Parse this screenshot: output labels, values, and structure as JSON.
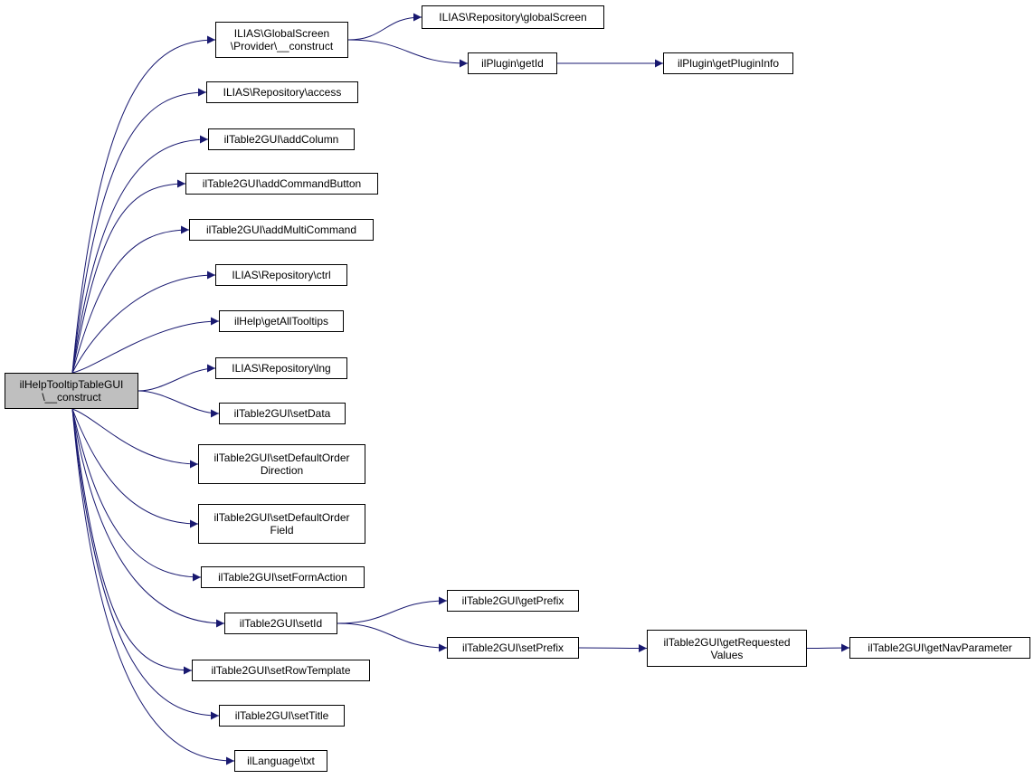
{
  "nodes": {
    "root": {
      "lines": [
        "ilHelpTooltipTableGUI",
        "\\__construct"
      ],
      "root": true
    },
    "gs_construct": {
      "lines": [
        "ILIAS\\GlobalScreen",
        "\\Provider\\__construct"
      ]
    },
    "repo_globalscreen": {
      "lines": [
        "ILIAS\\Repository\\globalScreen"
      ]
    },
    "plugin_getid": {
      "lines": [
        "ilPlugin\\getId"
      ]
    },
    "plugin_getinfo": {
      "lines": [
        "ilPlugin\\getPluginInfo"
      ]
    },
    "repo_access": {
      "lines": [
        "ILIAS\\Repository\\access"
      ]
    },
    "t2_addcolumn": {
      "lines": [
        "ilTable2GUI\\addColumn"
      ]
    },
    "t2_addcmdbutton": {
      "lines": [
        "ilTable2GUI\\addCommandButton"
      ]
    },
    "t2_addmulticmd": {
      "lines": [
        "ilTable2GUI\\addMultiCommand"
      ]
    },
    "repo_ctrl": {
      "lines": [
        "ILIAS\\Repository\\ctrl"
      ]
    },
    "help_tooltips": {
      "lines": [
        "ilHelp\\getAllTooltips"
      ]
    },
    "repo_lng": {
      "lines": [
        "ILIAS\\Repository\\lng"
      ]
    },
    "t2_setdata": {
      "lines": [
        "ilTable2GUI\\setData"
      ]
    },
    "t2_setorderdir": {
      "lines": [
        "ilTable2GUI\\setDefaultOrder",
        "Direction"
      ]
    },
    "t2_setorderfield": {
      "lines": [
        "ilTable2GUI\\setDefaultOrder",
        "Field"
      ]
    },
    "t2_setformaction": {
      "lines": [
        "ilTable2GUI\\setFormAction"
      ]
    },
    "t2_setid": {
      "lines": [
        "ilTable2GUI\\setId"
      ]
    },
    "t2_getprefix": {
      "lines": [
        "ilTable2GUI\\getPrefix"
      ]
    },
    "t2_setprefix": {
      "lines": [
        "ilTable2GUI\\setPrefix"
      ]
    },
    "t2_getreqvalues": {
      "lines": [
        "ilTable2GUI\\getRequested",
        "Values"
      ]
    },
    "t2_getnavparam": {
      "lines": [
        "ilTable2GUI\\getNavParameter"
      ]
    },
    "t2_setrowtpl": {
      "lines": [
        "ilTable2GUI\\setRowTemplate"
      ]
    },
    "t2_settitle": {
      "lines": [
        "ilTable2GUI\\setTitle"
      ]
    },
    "lang_txt": {
      "lines": [
        "ilLanguage\\txt"
      ]
    }
  },
  "edges": [
    [
      "root",
      "gs_construct"
    ],
    [
      "root",
      "repo_access"
    ],
    [
      "root",
      "t2_addcolumn"
    ],
    [
      "root",
      "t2_addcmdbutton"
    ],
    [
      "root",
      "t2_addmulticmd"
    ],
    [
      "root",
      "repo_ctrl"
    ],
    [
      "root",
      "help_tooltips"
    ],
    [
      "root",
      "repo_lng"
    ],
    [
      "root",
      "t2_setdata"
    ],
    [
      "root",
      "t2_setorderdir"
    ],
    [
      "root",
      "t2_setorderfield"
    ],
    [
      "root",
      "t2_setformaction"
    ],
    [
      "root",
      "t2_setid"
    ],
    [
      "root",
      "t2_setrowtpl"
    ],
    [
      "root",
      "t2_settitle"
    ],
    [
      "root",
      "lang_txt"
    ],
    [
      "gs_construct",
      "repo_globalscreen"
    ],
    [
      "gs_construct",
      "plugin_getid"
    ],
    [
      "plugin_getid",
      "plugin_getinfo"
    ],
    [
      "t2_setid",
      "t2_getprefix"
    ],
    [
      "t2_setid",
      "t2_setprefix"
    ],
    [
      "t2_setprefix",
      "t2_getreqvalues"
    ],
    [
      "t2_getreqvalues",
      "t2_getnavparam"
    ]
  ],
  "colors": {
    "edge": "#191970",
    "root_fill": "#bfbfbf",
    "node_border": "#000000"
  }
}
